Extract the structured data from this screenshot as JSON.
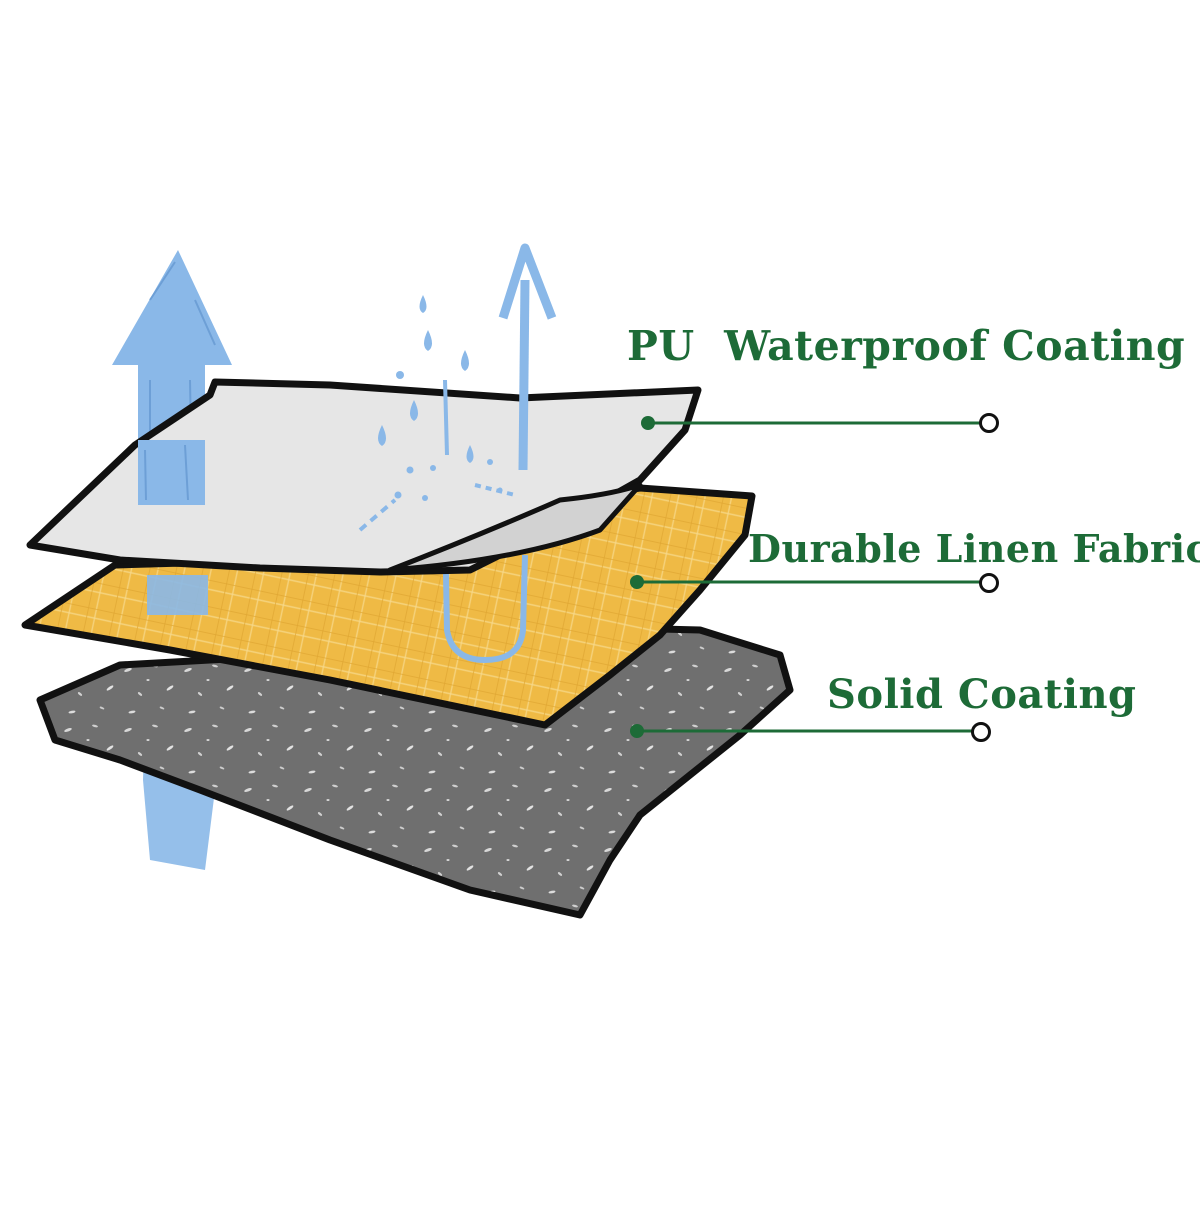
{
  "colors": {
    "label_green": "#1d6b37",
    "arrow_blue": "#8ab8e8",
    "top_layer": "#e6e6e6",
    "middle_layer": "#efba45",
    "bottom_layer": "#6e6e6e",
    "outline": "#111111"
  },
  "layers": [
    {
      "label": "PU  Waterproof Coating"
    },
    {
      "label": "Durable Linen Fabric"
    },
    {
      "label": "Solid Coating"
    }
  ],
  "icons": [
    "up-arrow-icon",
    "water-drop-icon",
    "leader-dot-icon",
    "leader-ring-icon"
  ]
}
